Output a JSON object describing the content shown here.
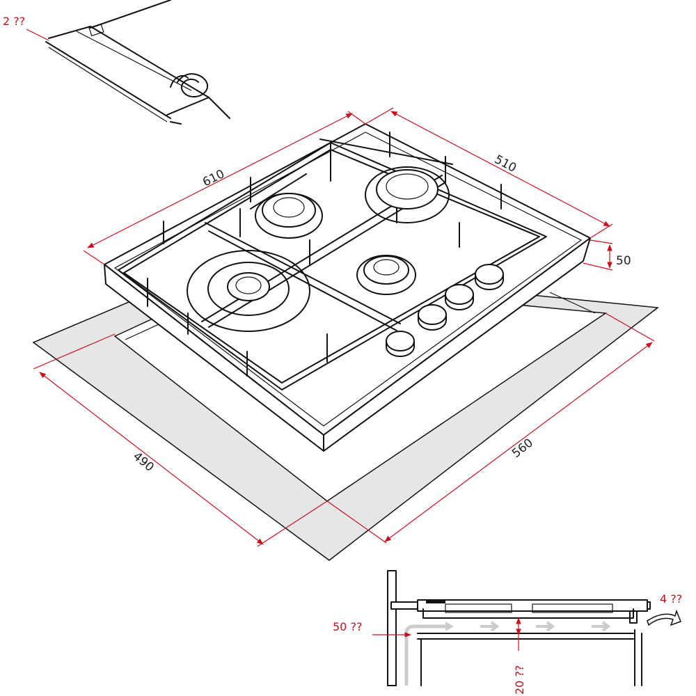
{
  "colors": {
    "dimension_line": "#c8101e",
    "cutout_fill": "#e6e6e6",
    "ink": "#111111",
    "airflow_arrow": "#cccccc"
  },
  "dimensions": {
    "width_top": "610",
    "depth_top": "510",
    "height": "50",
    "cutout_depth": "490",
    "cutout_width": "560"
  },
  "detail_seal": {
    "label": "2 ??"
  },
  "side_section": {
    "front_gap": "50 ??",
    "air_gap": "20 ??",
    "rear_gap": "4 ??"
  }
}
